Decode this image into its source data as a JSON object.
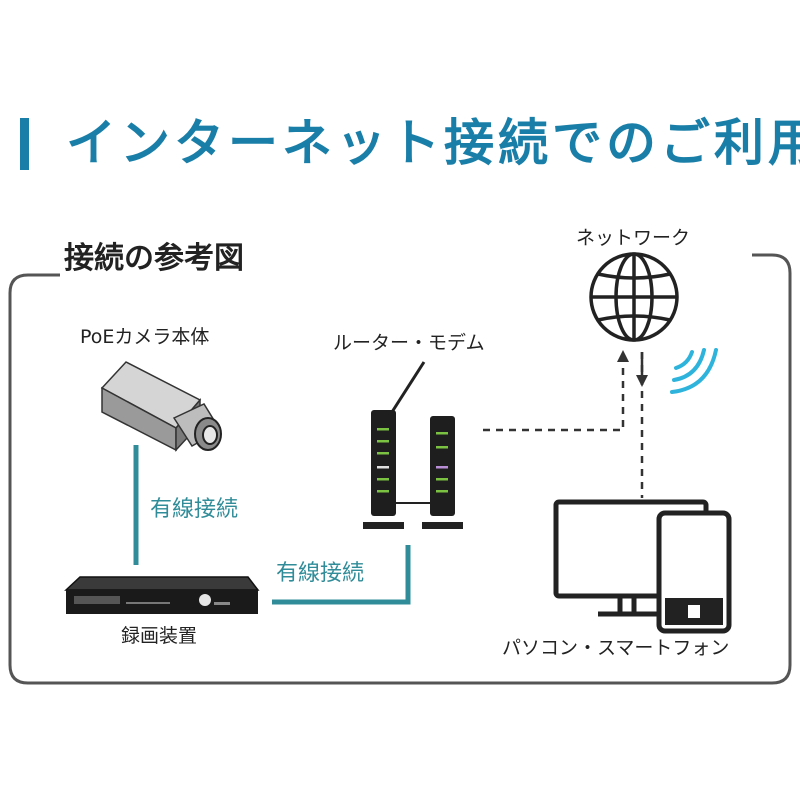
{
  "colors": {
    "accent": "#1a7fa8",
    "cable": "#2f8c98",
    "wifi": "#2eb4dc",
    "frame": "#555555",
    "text": "#222222"
  },
  "header": {
    "title": "インターネット接続でのご利用"
  },
  "diagram": {
    "heading": "接続の参考図",
    "nodes": {
      "network": {
        "label": "ネットワーク",
        "icon": "globe-icon"
      },
      "camera": {
        "label": "PoEカメラ本体",
        "icon": "security-camera-icon"
      },
      "router": {
        "label": "ルーター・モデム",
        "icon": "router-modem-icon"
      },
      "recorder": {
        "label": "録画装置",
        "icon": "recorder-icon"
      },
      "devices": {
        "label": "パソコン・スマートフォン",
        "icon": "pc-smartphone-icon"
      }
    },
    "connections": {
      "camera_to_recorder": "有線接続",
      "recorder_to_router": "有線接続"
    }
  }
}
